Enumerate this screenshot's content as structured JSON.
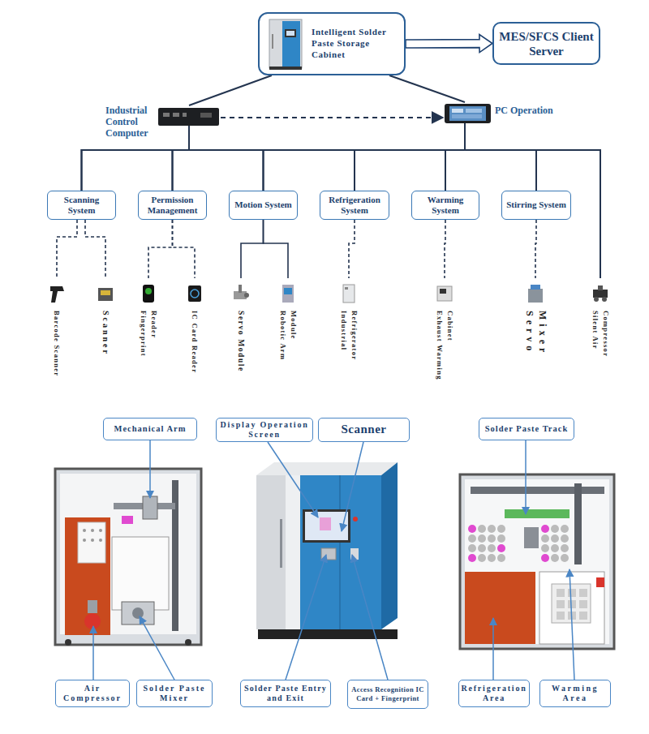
{
  "diagram": {
    "nodes": [
      {
        "text": [
          "Intelligent Solder Paste Storage Cabinet"
        ]
      },
      {
        "text": [
          "MES/SFCS Client Server"
        ]
      },
      {
        "text": [
          "Industrial Control Computer"
        ]
      },
      {
        "text": [
          "PC Operation"
        ]
      },
      {
        "text": [
          "Scanning System"
        ]
      },
      {
        "text": [
          "Permission Management"
        ]
      },
      {
        "text": [
          "Motion System"
        ]
      },
      {
        "text": [
          "Refrigeration System"
        ]
      },
      {
        "text": [
          "Warming System"
        ]
      },
      {
        "text": [
          "Stirring System"
        ]
      },
      {
        "text": [
          "Barcode Scanner"
        ]
      },
      {
        "text": [
          "Scanner"
        ]
      },
      {
        "text": [
          "Fingerprint Reader"
        ]
      },
      {
        "text": [
          "IC Card Reader"
        ]
      },
      {
        "text": [
          "Servo Module"
        ]
      },
      {
        "text": [
          "Robotic Arm Module"
        ]
      },
      {
        "text": [
          "Industrial Refrigerator"
        ]
      },
      {
        "text": [
          "Exhaust Warming Cabinet"
        ]
      },
      {
        "text": [
          "Servo Mixer"
        ]
      },
      {
        "text": [
          "Silent Air Compressor"
        ]
      },
      {
        "text": [
          "Mechanical Arm"
        ]
      },
      {
        "text": [
          "Display Operation Screen"
        ]
      },
      {
        "text": [
          "Scanner"
        ]
      },
      {
        "text": [
          "Solder Paste Track"
        ]
      },
      {
        "text": [
          "Air Compressor"
        ]
      },
      {
        "text": [
          "Solder Paste Mixer"
        ]
      },
      {
        "text": [
          "Solder Paste Entry and Exit"
        ]
      },
      {
        "text": [
          "Access Recognition IC Card + Fingerprint"
        ]
      },
      {
        "text": [
          "Refrigeration Area"
        ]
      },
      {
        "text": [
          "Warming Area"
        ]
      }
    ],
    "edges": [
      {
        "from": 0,
        "to": 1,
        "arrow": "to"
      },
      {
        "from": 0,
        "to": 2,
        "arrow": "none"
      },
      {
        "from": 0,
        "to": 3,
        "arrow": "none"
      },
      {
        "from": 2,
        "to": 3,
        "arrow": "to"
      },
      {
        "from": 2,
        "to": 4,
        "arrow": "none"
      },
      {
        "from": 2,
        "to": 5,
        "arrow": "none"
      },
      {
        "from": 2,
        "to": 6,
        "arrow": "none"
      },
      {
        "from": 2,
        "to": 7,
        "arrow": "none"
      },
      {
        "from": 2,
        "to": 8,
        "arrow": "none"
      },
      {
        "from": 2,
        "to": 9,
        "arrow": "none"
      },
      {
        "from": 2,
        "to": 19,
        "arrow": "none"
      },
      {
        "from": 3,
        "to": 4,
        "arrow": "none"
      },
      {
        "from": 3,
        "to": 5,
        "arrow": "none"
      },
      {
        "from": 3,
        "to": 6,
        "arrow": "none"
      },
      {
        "from": 3,
        "to": 7,
        "arrow": "none"
      },
      {
        "from": 3,
        "to": 8,
        "arrow": "none"
      },
      {
        "from": 3,
        "to": 9,
        "arrow": "none"
      },
      {
        "from": 3,
        "to": 19,
        "arrow": "none"
      },
      {
        "from": 4,
        "to": 10,
        "arrow": "none"
      },
      {
        "from": 4,
        "to": 11,
        "arrow": "none"
      },
      {
        "from": 5,
        "to": 12,
        "arrow": "none"
      },
      {
        "from": 5,
        "to": 13,
        "arrow": "none"
      },
      {
        "from": 6,
        "to": 14,
        "arrow": "none"
      },
      {
        "from": 6,
        "to": 15,
        "arrow": "none"
      },
      {
        "from": 7,
        "to": 16,
        "arrow": "none"
      },
      {
        "from": 8,
        "to": 17,
        "arrow": "none"
      },
      {
        "from": 9,
        "to": 18,
        "arrow": "none"
      }
    ]
  }
}
